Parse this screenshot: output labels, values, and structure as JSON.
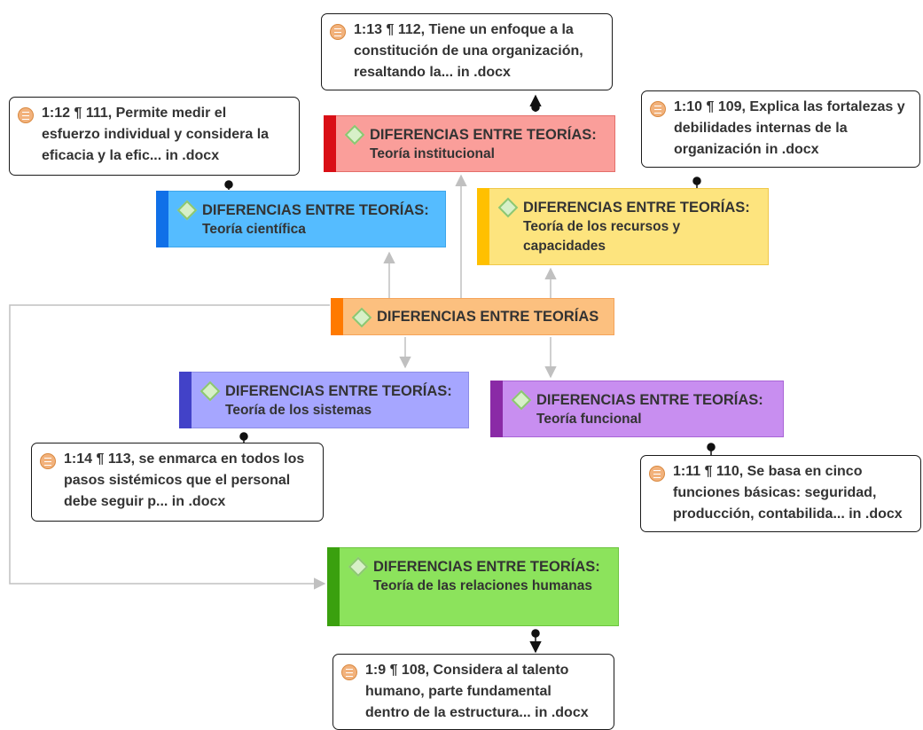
{
  "codes": {
    "main": {
      "line1": "DIFERENCIAS ENTRE TEORÍAS",
      "fill": "#fcc07f",
      "border": "#f5a35a",
      "stripe": "#ff7a00"
    },
    "inst": {
      "line1": "DIFERENCIAS ENTRE TEORÍAS:",
      "line2": "Teoría institucional",
      "fill": "#fa9e9a",
      "border": "#e46e6a",
      "stripe": "#d90f16"
    },
    "cient": {
      "line1": "DIFERENCIAS ENTRE TEORÍAS:",
      "line2": "Teoría científica",
      "fill": "#55bcff",
      "border": "#3fa6ea",
      "stripe": "#1070e8"
    },
    "recursos": {
      "line1": "DIFERENCIAS ENTRE TEORÍAS:",
      "line2": "Teoría de los recursos y",
      "line3": "capacidades",
      "fill": "#fde47e",
      "border": "#f0c84a",
      "stripe": "#ffc000"
    },
    "sistemas": {
      "line1": "DIFERENCIAS ENTRE TEORÍAS:",
      "line2": "Teoría de los sistemas",
      "fill": "#a6a6ff",
      "border": "#8c8ce6",
      "stripe": "#4242c8"
    },
    "funcional": {
      "line1": "DIFERENCIAS ENTRE TEORÍAS:",
      "line2": "Teoría funcional",
      "fill": "#c88ef0",
      "border": "#a866d6",
      "stripe": "#8a2aa6"
    },
    "humanas": {
      "line1": "DIFERENCIAS ENTRE TEORÍAS:",
      "line2": "Teoría de las relaciones humanas",
      "fill": "#8ce35c",
      "border": "#6cc43e",
      "stripe": "#3aa00e"
    }
  },
  "quotes": {
    "q113": {
      "line1": "1:13 ¶ 112, Tiene un enfoque a la",
      "line2": "constitución de una organización,",
      "line3": "resaltando la... in .docx"
    },
    "q112": {
      "line1": "1:12 ¶ 111, Permite medir el",
      "line2": "esfuerzo individual y considera la",
      "line3": "eficacia y la efic... in .docx"
    },
    "q110": {
      "line1": "1:10 ¶ 109, Explica las fortalezas y",
      "line2": "debilidades internas de la",
      "line3": "organización in .docx"
    },
    "q114": {
      "line1": "1:14 ¶ 113, se enmarca en todos los",
      "line2": "pasos sistémicos que el personal",
      "line3": "debe seguir p... in .docx"
    },
    "q111": {
      "line1": "1:11 ¶ 110, Se basa en cinco",
      "line2": "funciones básicas: seguridad,",
      "line3": "producción, contabilida... in .docx"
    },
    "q19": {
      "line1": "1:9 ¶ 108, Considera al talento",
      "line2": "humano, parte fundamental",
      "line3": "dentro de la estructura... in .docx"
    }
  }
}
